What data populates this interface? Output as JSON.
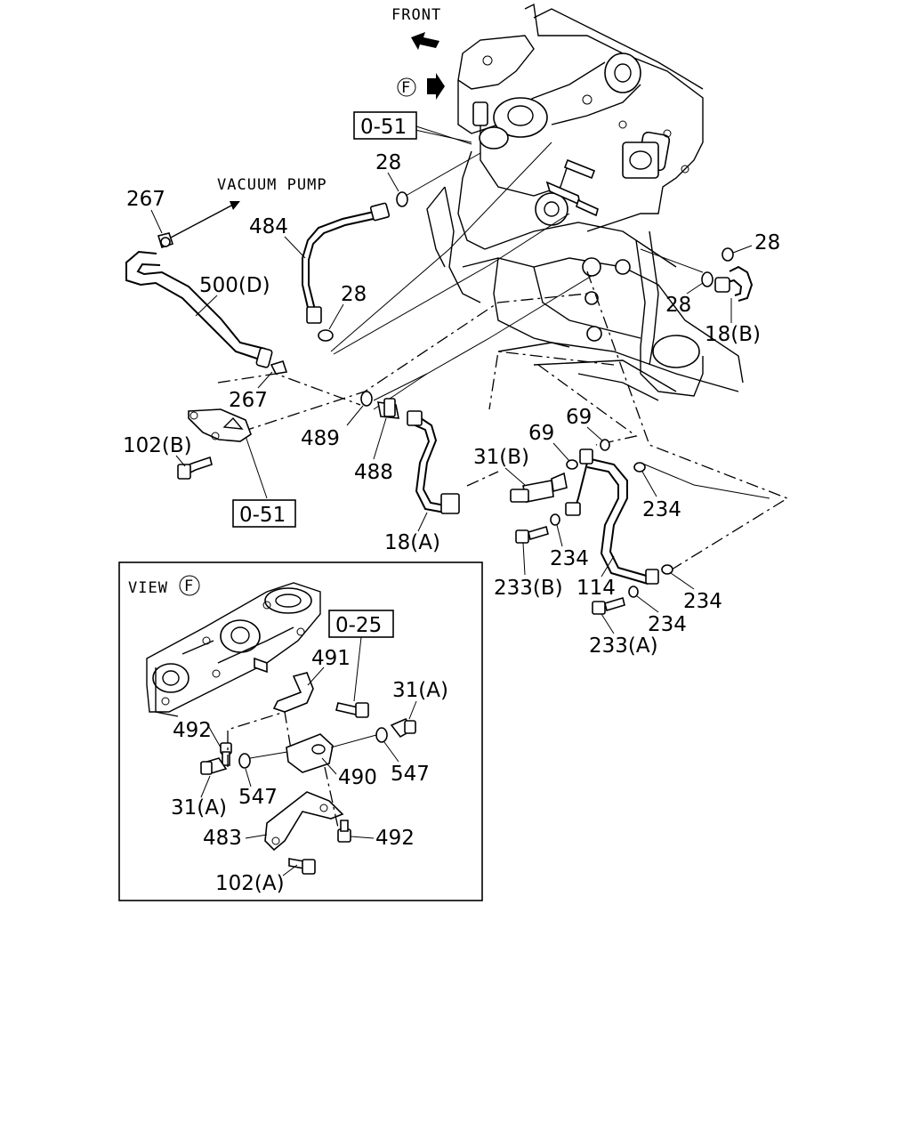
{
  "direction_labels": {
    "front": "FRONT",
    "vacuum_pump": "VACUUM PUMP",
    "view_f_marker": "F"
  },
  "view_box": {
    "title": "VIEW",
    "marker": "F"
  },
  "boxed_refs": [
    "0-51",
    "0-51",
    "0-25"
  ],
  "callouts": {
    "c267_top": "267",
    "c500d": "500(D)",
    "c484": "484",
    "c28_a": "28",
    "c28_b": "28",
    "c28_c": "28",
    "c28_d": "28",
    "c18b": "18(B)",
    "c267_mid": "267",
    "c102b": "102(B)",
    "c489": "489",
    "c488": "488",
    "c18a": "18(A)",
    "c31b": "31(B)",
    "c69_a": "69",
    "c69_b": "69",
    "c234_a": "234",
    "c234_b": "234",
    "c234_c": "234",
    "c234_d": "234",
    "c233b": "233(B)",
    "c114": "114",
    "c233a": "233(A)",
    "v491": "491",
    "v31a_r": "31(A)",
    "v492_l": "492",
    "v547_r": "547",
    "v490": "490",
    "v547_l": "547",
    "v31a_l": "31(A)",
    "v483": "483",
    "v492_r": "492",
    "v102a": "102(A)"
  }
}
